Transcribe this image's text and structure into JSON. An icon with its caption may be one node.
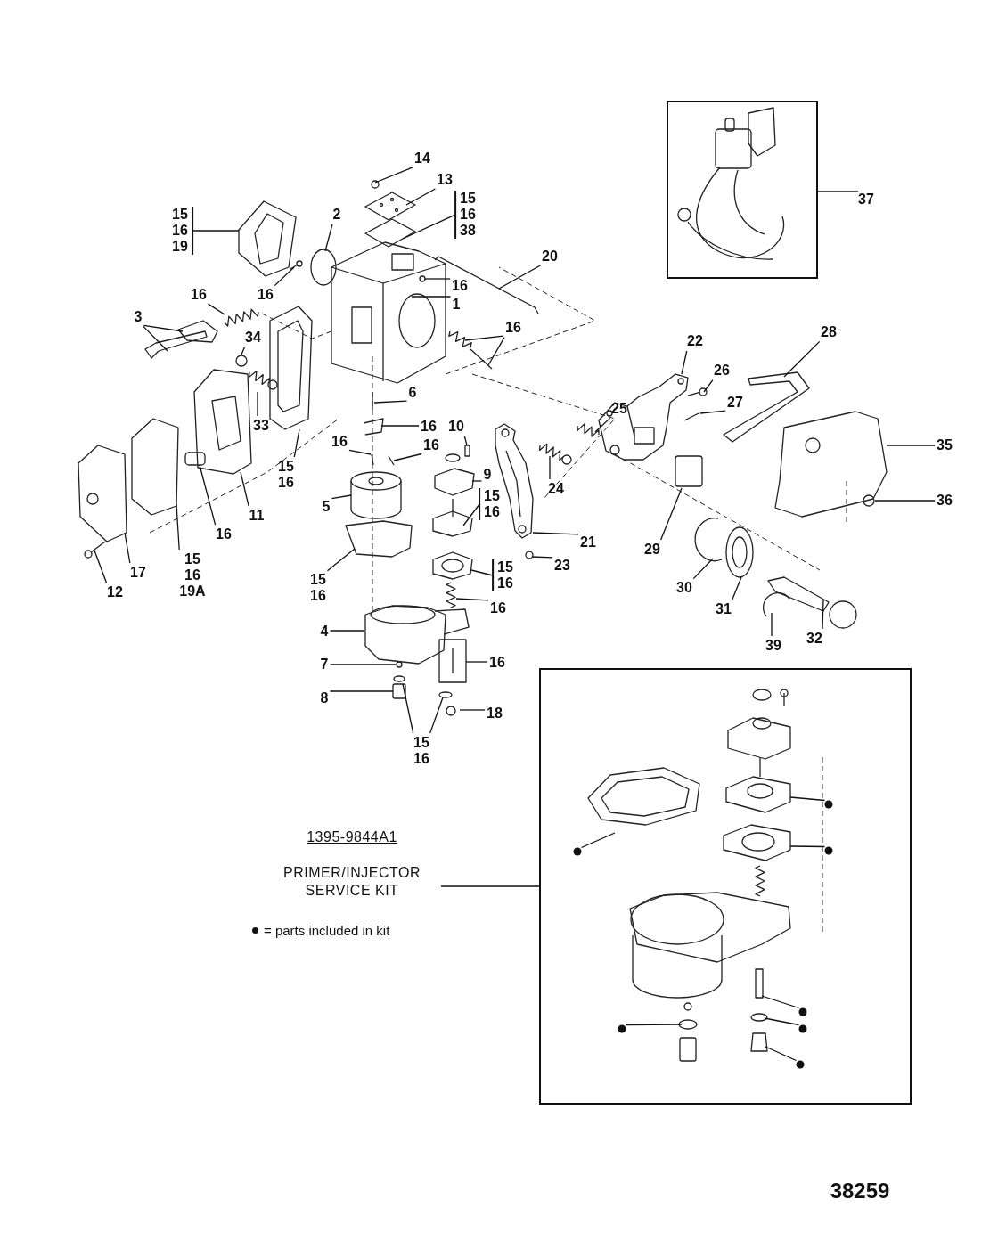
{
  "diagram": {
    "nodes": [
      {
        "text": [],
        "shape": "box"
      },
      {
        "text": [
          "14"
        ]
      },
      {
        "text": [
          "13"
        ]
      },
      {
        "text": [
          "15 16 38"
        ]
      },
      {
        "text": [
          "37"
        ]
      },
      {
        "text": [
          "15 16 19"
        ]
      },
      {
        "text": [
          "2"
        ]
      },
      {
        "text": [
          "20"
        ]
      },
      {
        "text": [
          "16"
        ]
      },
      {
        "text": [
          "16"
        ]
      },
      {
        "text": [
          "1"
        ]
      },
      {
        "text": [
          "16"
        ]
      },
      {
        "text": [
          "3"
        ]
      },
      {
        "text": [
          "16"
        ]
      },
      {
        "text": [
          "34"
        ]
      },
      {
        "text": [
          "28"
        ]
      },
      {
        "text": [
          "22"
        ]
      },
      {
        "text": [
          "26"
        ]
      },
      {
        "text": [
          "6"
        ]
      },
      {
        "text": [
          "27"
        ]
      },
      {
        "text": [
          "25"
        ]
      },
      {
        "text": [
          "33"
        ]
      },
      {
        "text": [
          "16"
        ]
      },
      {
        "text": [
          "10"
        ]
      },
      {
        "text": [
          "16"
        ]
      },
      {
        "text": [
          "16"
        ]
      },
      {
        "text": [
          "35"
        ]
      },
      {
        "text": [
          "15 16"
        ]
      },
      {
        "text": [
          "9"
        ]
      },
      {
        "text": [
          "24"
        ]
      },
      {
        "text": [
          "15 16"
        ]
      },
      {
        "text": [
          "36"
        ]
      },
      {
        "text": [
          "5"
        ]
      },
      {
        "text": [
          "11"
        ]
      },
      {
        "text": [
          "16"
        ]
      },
      {
        "text": [
          "21"
        ]
      },
      {
        "text": [
          "29"
        ]
      },
      {
        "text": [
          "15 16 19A"
        ]
      },
      {
        "text": [
          "23"
        ]
      },
      {
        "text": [
          "17"
        ]
      },
      {
        "text": [
          "15 16"
        ]
      },
      {
        "text": [
          "15 16"
        ]
      },
      {
        "text": [
          "30"
        ]
      },
      {
        "text": [
          "12"
        ]
      },
      {
        "text": [
          "31"
        ]
      },
      {
        "text": [
          "16"
        ]
      },
      {
        "text": [
          "4"
        ]
      },
      {
        "text": [
          "32"
        ]
      },
      {
        "text": [
          "39"
        ]
      },
      {
        "text": [
          "16"
        ]
      },
      {
        "text": [
          "7"
        ]
      },
      {
        "text": [
          "8"
        ]
      },
      {
        "text": [
          "18"
        ]
      },
      {
        "text": [
          "15 16"
        ]
      },
      {
        "text": [
          "PRIMER/INJECTOR SERVICE KIT"
        ]
      },
      {
        "text": [],
        "shape": "box"
      },
      {
        "text": [],
        "shape": "circle",
        "in": 55
      },
      {
        "text": [],
        "shape": "circle",
        "in": 55
      },
      {
        "text": [],
        "shape": "circle",
        "in": 55
      },
      {
        "text": [],
        "shape": "circle",
        "in": 55
      },
      {
        "text": [],
        "shape": "circle",
        "in": 55
      },
      {
        "text": [],
        "shape": "circle",
        "in": 55
      },
      {
        "text": [],
        "shape": "circle",
        "in": 55
      }
    ],
    "edges": [
      {
        "from": 1,
        "to": null,
        "arrow": "none"
      },
      {
        "from": 2,
        "to": null,
        "arrow": "none"
      },
      {
        "from": 3,
        "to": null,
        "arrow": "none"
      },
      {
        "from": 4,
        "to": 0,
        "arrow": "none"
      },
      {
        "from": 5,
        "to": null,
        "arrow": "none"
      },
      {
        "from": 6,
        "to": null,
        "arrow": "none"
      },
      {
        "from": 7,
        "to": null,
        "arrow": "none"
      },
      {
        "from": 8,
        "to": null,
        "arrow": "none"
      },
      {
        "from": 9,
        "to": null,
        "arrow": "none"
      },
      {
        "from": 10,
        "to": null,
        "arrow": "none"
      },
      {
        "from": 11,
        "to": null,
        "arrow": "none"
      },
      {
        "from": 12,
        "to": null,
        "arrow": "none"
      },
      {
        "from": 12,
        "to": null,
        "arrow": "none"
      },
      {
        "from": 13,
        "to": null,
        "arrow": "none"
      },
      {
        "from": 13,
        "to": null,
        "arrow": "none"
      },
      {
        "from": 14,
        "to": null,
        "arrow": "none"
      },
      {
        "from": 15,
        "to": null,
        "arrow": "none"
      },
      {
        "from": 16,
        "to": null,
        "arrow": "none"
      },
      {
        "from": 17,
        "to": null,
        "arrow": "none"
      },
      {
        "from": 18,
        "to": null,
        "arrow": "none"
      },
      {
        "from": 19,
        "to": null,
        "arrow": "none"
      },
      {
        "from": 20,
        "to": null,
        "arrow": "none"
      },
      {
        "from": 21,
        "to": null,
        "arrow": "none"
      },
      {
        "from": 22,
        "to": null,
        "arrow": "none"
      },
      {
        "from": 23,
        "to": null,
        "arrow": "none"
      },
      {
        "from": 24,
        "to": null,
        "arrow": "none"
      },
      {
        "from": 25,
        "to": null,
        "arrow": "none"
      },
      {
        "from": 26,
        "to": null,
        "arrow": "none"
      },
      {
        "from": 27,
        "to": null,
        "arrow": "none"
      },
      {
        "from": 28,
        "to": null,
        "arrow": "none"
      },
      {
        "from": 29,
        "to": null,
        "arrow": "none"
      },
      {
        "from": 30,
        "to": null,
        "arrow": "none"
      },
      {
        "from": 31,
        "to": null,
        "arrow": "none"
      },
      {
        "from": 32,
        "to": null,
        "arrow": "none"
      },
      {
        "from": 33,
        "to": null,
        "arrow": "none"
      },
      {
        "from": 34,
        "to": null,
        "arrow": "none"
      },
      {
        "from": 35,
        "to": null,
        "arrow": "none"
      },
      {
        "from": 36,
        "to": null,
        "arrow": "none"
      },
      {
        "from": 37,
        "to": null,
        "arrow": "none"
      },
      {
        "from": 38,
        "to": null,
        "arrow": "none"
      },
      {
        "from": 39,
        "to": null,
        "arrow": "none"
      },
      {
        "from": 40,
        "to": null,
        "arrow": "none"
      },
      {
        "from": 41,
        "to": null,
        "arrow": "none"
      },
      {
        "from": 42,
        "to": null,
        "arrow": "none"
      },
      {
        "from": 43,
        "to": null,
        "arrow": "none"
      },
      {
        "from": 44,
        "to": null,
        "arrow": "none"
      },
      {
        "from": 45,
        "to": null,
        "arrow": "none"
      },
      {
        "from": 46,
        "to": null,
        "arrow": "none"
      },
      {
        "from": 47,
        "to": null,
        "arrow": "none"
      },
      {
        "from": 48,
        "to": null,
        "arrow": "none"
      },
      {
        "from": 49,
        "to": null,
        "arrow": "none"
      },
      {
        "from": 50,
        "to": null,
        "arrow": "none"
      },
      {
        "from": 51,
        "to": null,
        "arrow": "none"
      },
      {
        "from": 52,
        "to": null,
        "arrow": "none"
      },
      {
        "from": 53,
        "to": null,
        "arrow": "none"
      },
      {
        "from": 53,
        "to": null,
        "arrow": "none"
      },
      {
        "from": 54,
        "to": 55,
        "arrow": "none"
      },
      {
        "from": 56,
        "to": null,
        "arrow": "none"
      },
      {
        "from": 57,
        "to": null,
        "arrow": "none"
      },
      {
        "from": 58,
        "to": null,
        "arrow": "none"
      },
      {
        "from": 59,
        "to": null,
        "arrow": "none"
      },
      {
        "from": 60,
        "to": null,
        "arrow": "none"
      },
      {
        "from": 61,
        "to": null,
        "arrow": "none"
      },
      {
        "from": 62,
        "to": null,
        "arrow": "none"
      }
    ],
    "labels": [
      "1395-9844A1",
      "38259"
    ],
    "legend": [
      {
        "text": "= parts included in kit"
      }
    ]
  }
}
